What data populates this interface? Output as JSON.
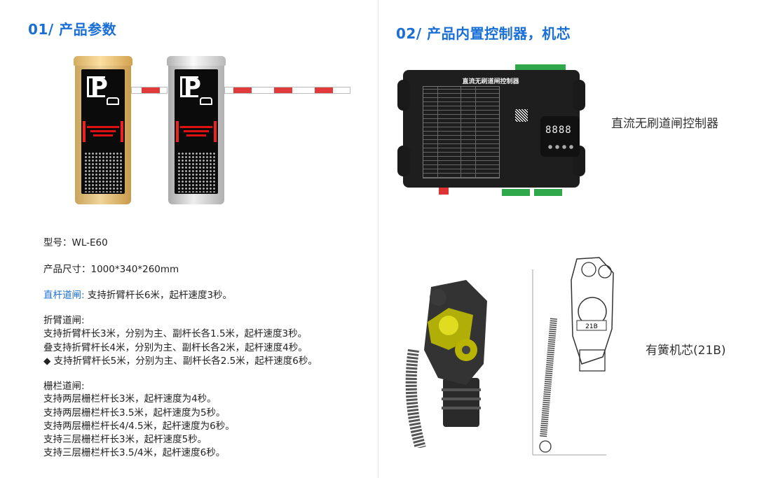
{
  "section1": {
    "title": "01/ 产品参数"
  },
  "section2": {
    "title": "02/ 产品内置控制器，机芯"
  },
  "controller": {
    "header": "直流无刷道闸控制器",
    "display": "8888",
    "caption": "直流无刷道闸控制器"
  },
  "mechanism": {
    "caption": "有簧机芯(21B)",
    "label": "21B"
  },
  "specs": {
    "model": "型号：WL-E60",
    "size": "产品尺寸：1000*340*260mm",
    "straight_label": "直杆道闸:",
    "straight_text": " 支持折臂杆长6米，起杆速度3秒。",
    "folding_label": "折臂道闸:",
    "folding_lines": [
      "支持折臂杆长3米，分别为主、副杆长各1.5米，起杆速度3秒。",
      "叠支持折臂杆长4米，分别为主、副杆长各2米，起杆速度4秒。",
      "◆ 支持折臂杆长5米，分别为主、副杆长各2.5米，起杆速度6秒。"
    ],
    "fence_label": "栅栏道闸:",
    "fence_lines": [
      "支持两层栅栏杆长3米，起杆速度为4秒。",
      "支持两层栅栏杆长3.5米，起杆速度为5秒。",
      "支持两层栅栏杆长4/4.5米，起杆速度为6秒。",
      "支持三层栅栏杆长3米，起杆速度5秒。",
      "支持三层栅栏杆长3.5/4米，起杆速度6秒。"
    ]
  },
  "colors": {
    "accent": "#1a6fd6",
    "boom_stripe": "#e03a3a",
    "terminal": "#2ea84a"
  },
  "icons": [
    "parking-p-icon",
    "car-icon"
  ]
}
